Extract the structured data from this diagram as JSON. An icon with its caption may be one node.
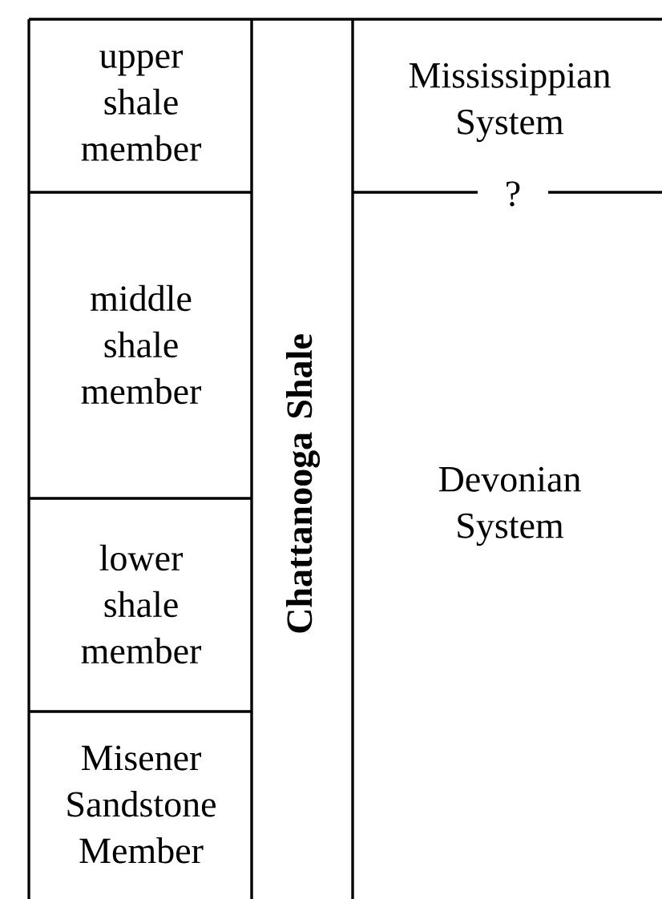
{
  "diagram": {
    "nodes": [
      {
        "text": [
          "upper shale member"
        ]
      },
      {
        "text": [
          "middle shale member"
        ]
      },
      {
        "text": [
          "lower shale member"
        ]
      },
      {
        "text": [
          "Misener Sandstone Member"
        ]
      },
      {
        "text": [
          "Chattanooga Shale"
        ]
      },
      {
        "text": [
          "Mississippian System"
        ]
      },
      {
        "text": [
          "Devonian System"
        ]
      }
    ],
    "labels": [
      "?"
    ]
  }
}
